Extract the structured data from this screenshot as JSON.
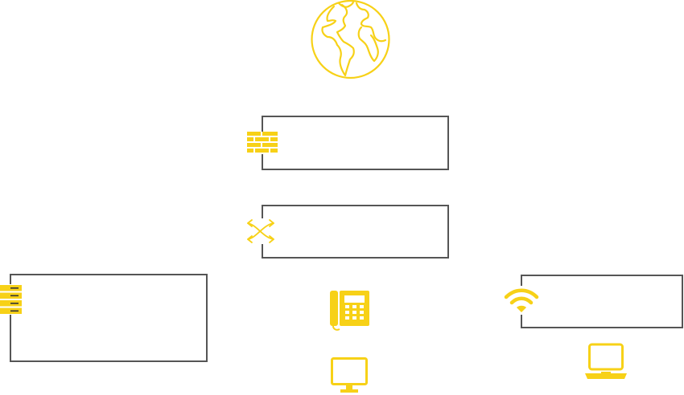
{
  "theme": {
    "icon_color": "#F7D117",
    "box_border_color": "#555555",
    "background": "#FFFFFF"
  },
  "nodes": [
    {
      "id": "internet",
      "icon": "globe-icon"
    },
    {
      "id": "firewall",
      "icon": "brick-wall-icon"
    },
    {
      "id": "switch",
      "icon": "crossing-arrows-icon"
    },
    {
      "id": "server-rack",
      "icon": "server-stack-icon"
    },
    {
      "id": "ip-phone",
      "icon": "desk-phone-icon"
    },
    {
      "id": "desktop",
      "icon": "monitor-icon"
    },
    {
      "id": "wireless-access-point",
      "icon": "wifi-icon"
    },
    {
      "id": "laptop",
      "icon": "laptop-icon"
    }
  ]
}
